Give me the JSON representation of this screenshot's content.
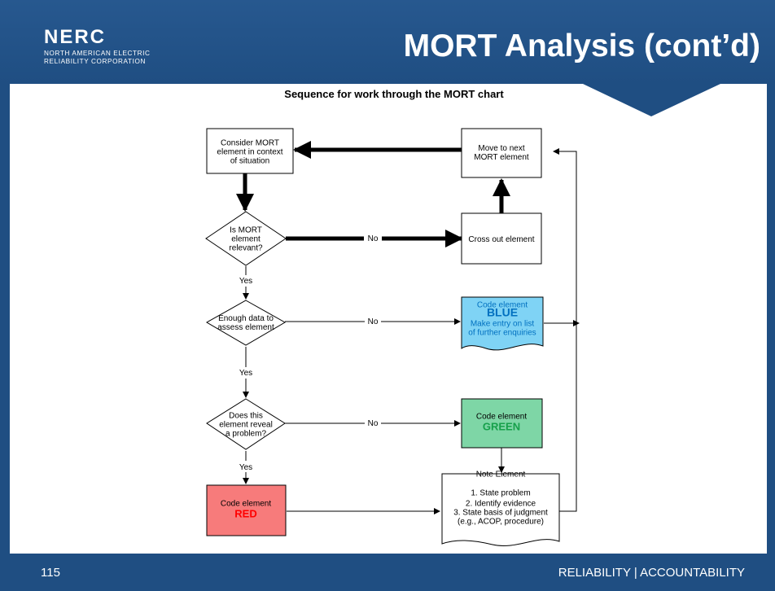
{
  "header": {
    "logo_mark": "NERC",
    "logo_line1": "NORTH AMERICAN ELECTRIC",
    "logo_line2": "RELIABILITY CORPORATION",
    "title": "MORT Analysis (cont’d)"
  },
  "diagram": {
    "title": "Sequence for work through the MORT chart",
    "consider_lines": [
      "Consider MORT",
      "element in context",
      "of situation"
    ],
    "next_lines": [
      "Move to next",
      "MORT element"
    ],
    "relevant_lines": [
      "Is MORT",
      "element",
      "relevant?"
    ],
    "cross_out": "Cross out element",
    "enough_lines": [
      "Enough data to",
      "assess element"
    ],
    "blue_lines": [
      "Code element",
      "BLUE",
      "Make entry on list",
      "of further enquiries"
    ],
    "reveal_lines": [
      "Does this",
      "element reveal",
      "a problem?"
    ],
    "green_lines": [
      "Code element",
      "GREEN"
    ],
    "red_lines": [
      "Code element",
      "RED"
    ],
    "note_lines": [
      "Note Element",
      "1. State problem",
      "2. Identify evidence",
      "3. State basis of judgment",
      "(e.g., ACOP, procedure)"
    ],
    "no_label": "No",
    "yes_label": "Yes",
    "colors": {
      "blue_fill": "#7fd3f5",
      "blue_text": "#0070c0",
      "green_fill": "#7ed6a6",
      "green_text": "#16a04b",
      "red_fill": "#f77b7b",
      "red_text": "#ff0000"
    }
  },
  "footer": {
    "slide_number": "115",
    "tagline": "RELIABILITY | ACCOUNTABILITY"
  }
}
